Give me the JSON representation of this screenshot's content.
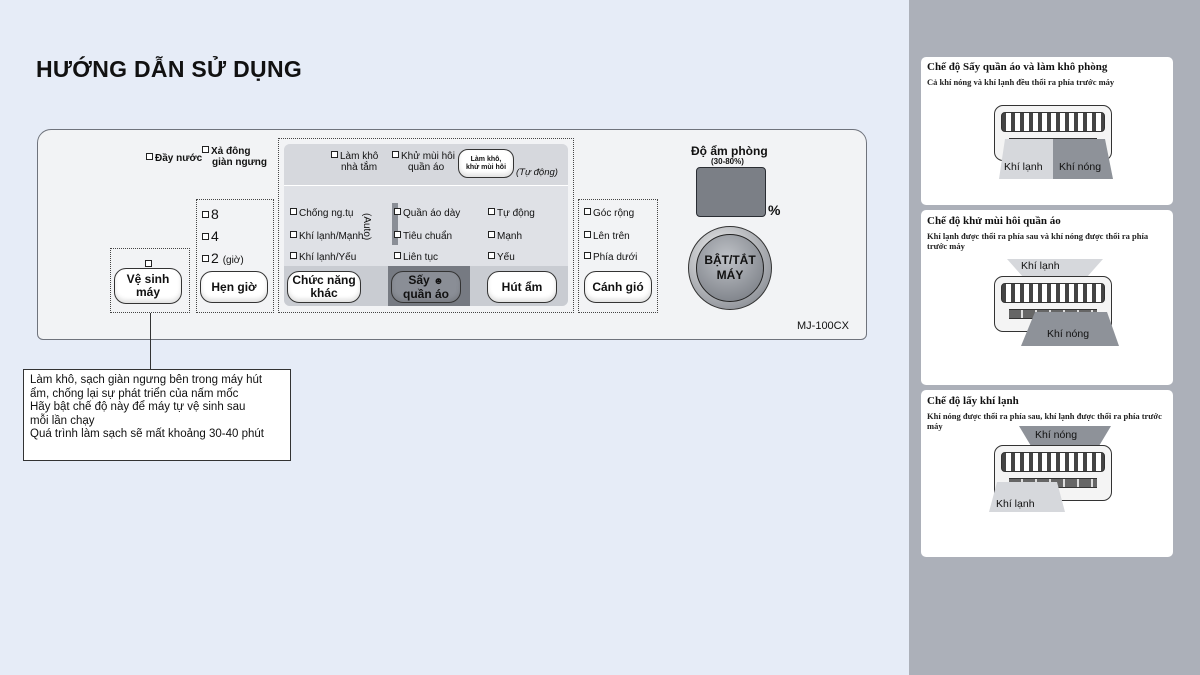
{
  "page_title": "HƯỚNG DẪN SỬ DỤNG",
  "panel": {
    "indicators": {
      "full_water": "Đầy nước",
      "defrost_line1": "Xả đông",
      "defrost_line2": "giàn ngưng"
    },
    "timer": {
      "h8": "8",
      "h4": "4",
      "h2": "2",
      "unit": "(giờ)",
      "button": "Hẹn giờ"
    },
    "self_clean": {
      "line1": "Vệ sinh",
      "line2": "máy"
    },
    "top_modes": {
      "bath_line1": "Làm khô",
      "bath_line2": "nhà tắm",
      "odor_line1": "Khử mùi hôi",
      "odor_line2": "quần áo",
      "btn_line1": "Làm khô,",
      "btn_line2": "khử mùi hôi",
      "auto_note": "(Tự động)"
    },
    "left_opts": [
      "Chống ng.tụ",
      "Khí lạnh/Mạnh",
      "Khí lạnh/Yếu"
    ],
    "auto_vertical": "(Auto)",
    "mid_opts": [
      "Quần áo dày",
      "Tiêu chuẩn",
      "Liên tục"
    ],
    "right_opts": [
      "Tự động",
      "Mạnh",
      "Yếu"
    ],
    "buttons": {
      "other_line1": "Chức năng",
      "other_line2": "khác",
      "dry_line1": "Sấy",
      "dry_line2": "quần áo",
      "dehum": "Hút ẩm",
      "louver": "Cánh gió"
    },
    "louver_opts": [
      "Góc rộng",
      "Lên trên",
      "Phía dưới"
    ],
    "humidity": {
      "label": "Độ ẩm phòng",
      "range": "(30-80%)",
      "unit": "%"
    },
    "power": {
      "line1": "BẬT/TẮT",
      "line2": "MÁY"
    },
    "model": "MJ-100CX"
  },
  "callout": [
    "Làm khô, sạch giàn ngưng bên trong máy hút",
    "ẩm, chống lại sự phát triển của nấm mốc",
    "Hãy bật chế độ này để máy tự vệ sinh sau",
    "mỗi lần chạy",
    "Quá trình làm sạch sẽ mất khoảng 30-40 phút"
  ],
  "sidebar": {
    "cards": [
      {
        "title": "Chế độ Sấy quần áo và làm khô phòng",
        "desc": "Cả khí nóng và khí lạnh đều thổi ra phía trước máy",
        "cold": "Khí lạnh",
        "hot": "Khí nóng"
      },
      {
        "title": "Chế độ khử mùi hôi quần áo",
        "desc": "Khí lạnh được thổi ra phía sau và khí nóng được thổi ra phía trước máy",
        "cold": "Khí lạnh",
        "hot": "Khí nóng"
      },
      {
        "title": "Chế độ lấy khí lạnh",
        "desc": "Khí nóng được thổi ra phía sau, khí lạnh được thổi ra phía trước máy",
        "cold": "Khí lạnh",
        "hot": "Khí nóng"
      }
    ]
  }
}
